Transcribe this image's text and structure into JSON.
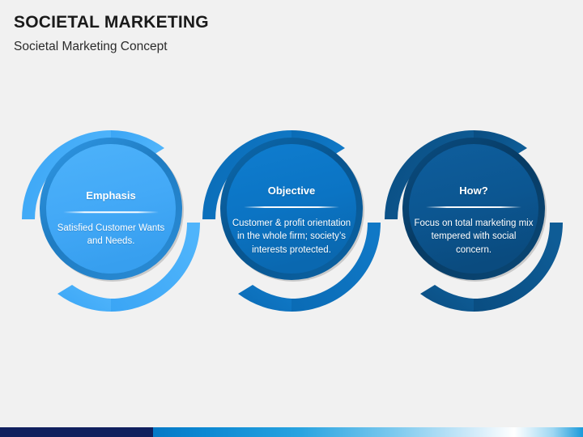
{
  "header": {
    "title": "SOCIETAL MARKETING",
    "subtitle": "Societal Marketing Concept"
  },
  "theme": {
    "background": "#f1f1f1",
    "title_color": "#1a1a1a",
    "text_color": "#ffffff"
  },
  "circles": [
    {
      "id": "emphasis",
      "heading": "Emphasis",
      "body": "Satisfied Customer Wants and Needs.",
      "fill": "#45abf8",
      "fill_dark": "#2f93e0",
      "ring": "#1f7fc6",
      "arc": "#45abf8",
      "arc_dark": "#2a8fdc"
    },
    {
      "id": "objective",
      "heading": "Objective",
      "body": "Customer & profit orientation in the whole firm; society’s interests protected.",
      "fill": "#0b74c4",
      "fill_dark": "#0a63a8",
      "ring": "#0a5a98",
      "arc": "#0b6fbb",
      "arc_dark": "#09578f"
    },
    {
      "id": "how",
      "heading": "How?",
      "body": "Focus on total marketing mix tempered with social concern.",
      "fill": "#0c5691",
      "fill_dark": "#0a4878",
      "ring": "#0a4273",
      "arc": "#0b5188",
      "arc_dark": "#093f6b"
    }
  ],
  "bottom_bar": {
    "left_color": "#10205e",
    "right_gradient_start": "#0679c6",
    "right_gradient_end": "#1a9ada"
  }
}
